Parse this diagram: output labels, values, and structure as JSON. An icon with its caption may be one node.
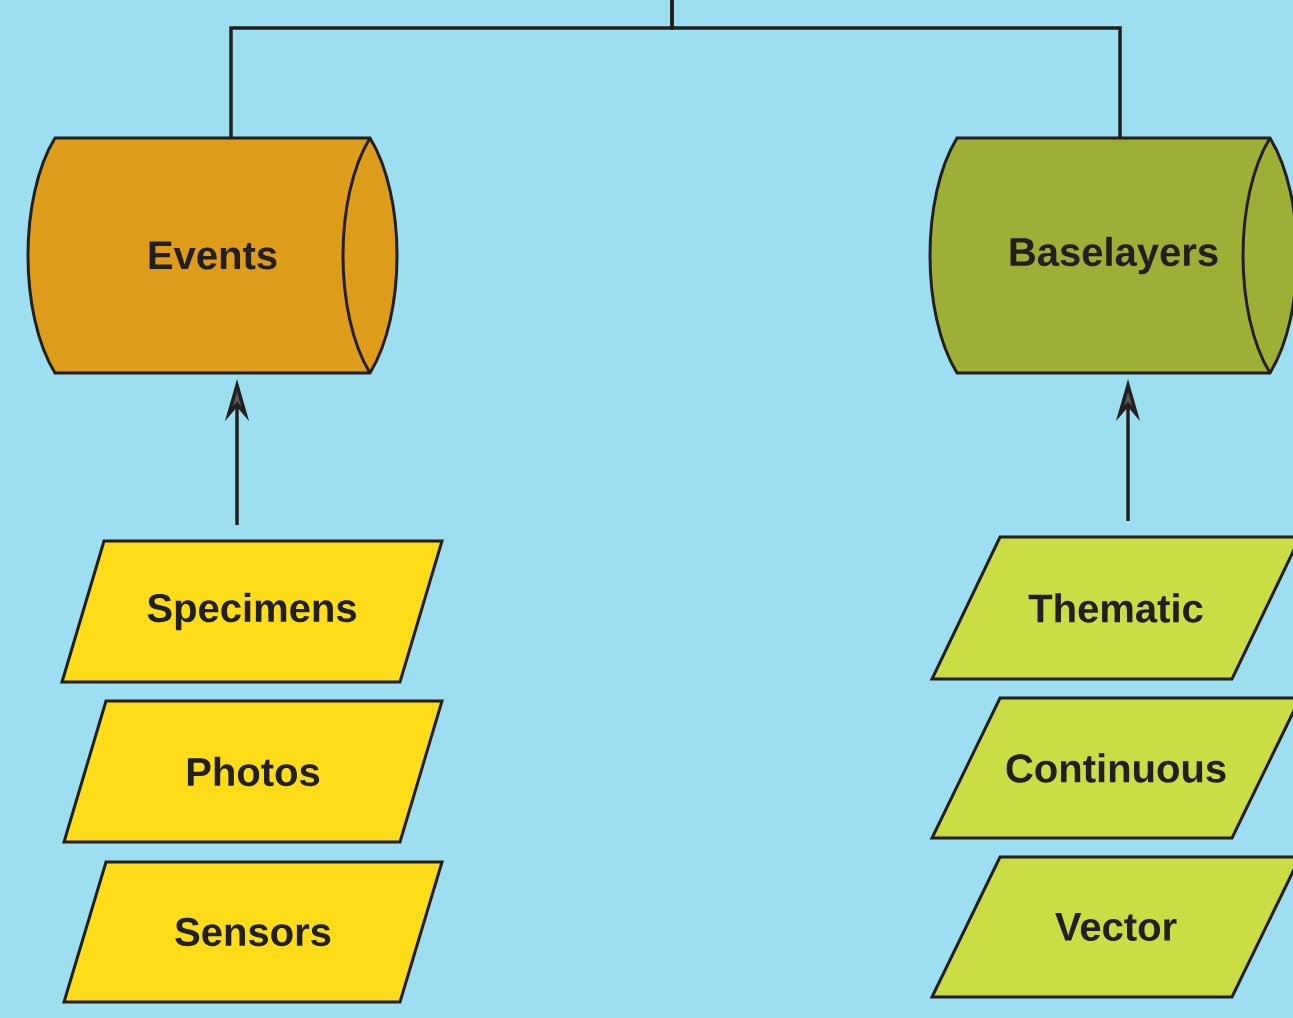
{
  "diagram": {
    "nodes": [
      {
        "text": [
          "Events"
        ]
      },
      {
        "text": [
          "Baselayers"
        ]
      },
      {
        "text": [
          "Specimens"
        ]
      },
      {
        "text": [
          "Photos"
        ]
      },
      {
        "text": [
          "Sensors"
        ]
      },
      {
        "text": [
          "Thematic"
        ]
      },
      {
        "text": [
          "Continuous"
        ]
      },
      {
        "text": [
          "Vector"
        ]
      }
    ],
    "edges": [
      {
        "from": null,
        "to": 0,
        "arrow": "none"
      },
      {
        "from": null,
        "to": 1,
        "arrow": "none"
      },
      {
        "from": 2,
        "to": 0,
        "arrow": "to"
      },
      {
        "from": 5,
        "to": 1,
        "arrow": "to"
      }
    ]
  }
}
